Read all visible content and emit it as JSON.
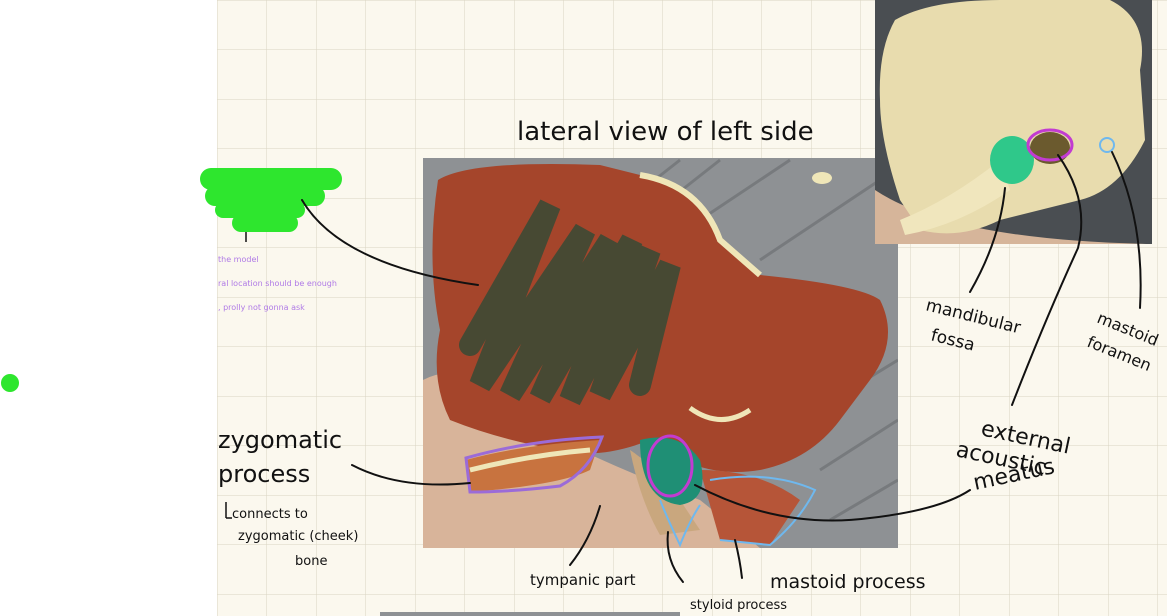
{
  "page": {
    "title": "lateral view of left side"
  },
  "labels": {
    "zygomatic_line1": "zygomatic",
    "zygomatic_line2": "process",
    "zygomatic_note1": "connects to",
    "zygomatic_note2": "zygomatic (cheek)",
    "zygomatic_note3": "bone",
    "tympanic": "tympanic part",
    "styloid": "styloid process",
    "mastoid_process": "mastoid process",
    "external_line1": "external",
    "external_line2": "acoustic",
    "external_line3": "meatus",
    "mandibular_line1": "mandibular",
    "mandibular_line2": "fossa",
    "mastoid_foramen_line1": "mastoid",
    "mastoid_foramen_line2": "foramen"
  },
  "notes": {
    "line1": "the model",
    "line2": "ral location should be enough",
    "line3": ", prolly not gonna ask"
  },
  "colors": {
    "grid_bg": "#fbf8ee",
    "grid_line": "#d9d4c2",
    "bone_red": "#a5452b",
    "bone_cream": "#efe6b8",
    "metal": "#9a9c9e",
    "highlight_green": "#2ee62e",
    "marker_dark": "#3f4a34",
    "outline_purple": "#9b6bd8",
    "outline_magenta": "#c23bd1",
    "outline_blue": "#6fb8ee",
    "teal": "#1f8f75"
  }
}
